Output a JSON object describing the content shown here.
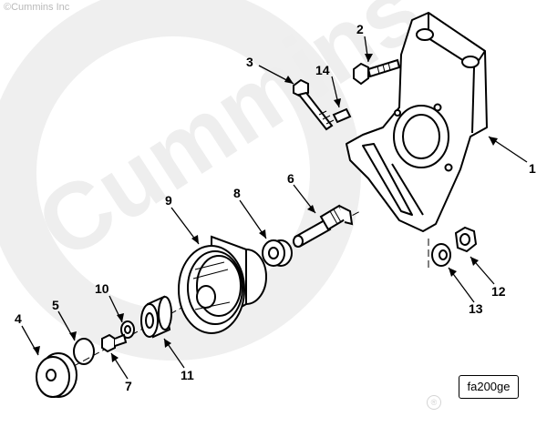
{
  "copyright": "©Cummins Inc",
  "watermark": "Cummins",
  "figure_id": "fa200ge",
  "registered_mark": "®",
  "callouts": {
    "c1": "1",
    "c2": "2",
    "c3": "3",
    "c4": "4",
    "c5": "5",
    "c6": "6",
    "c7": "7",
    "c8": "8",
    "c9": "9",
    "c10": "10",
    "c11": "11",
    "c12": "12",
    "c13": "13",
    "c14": "14"
  }
}
